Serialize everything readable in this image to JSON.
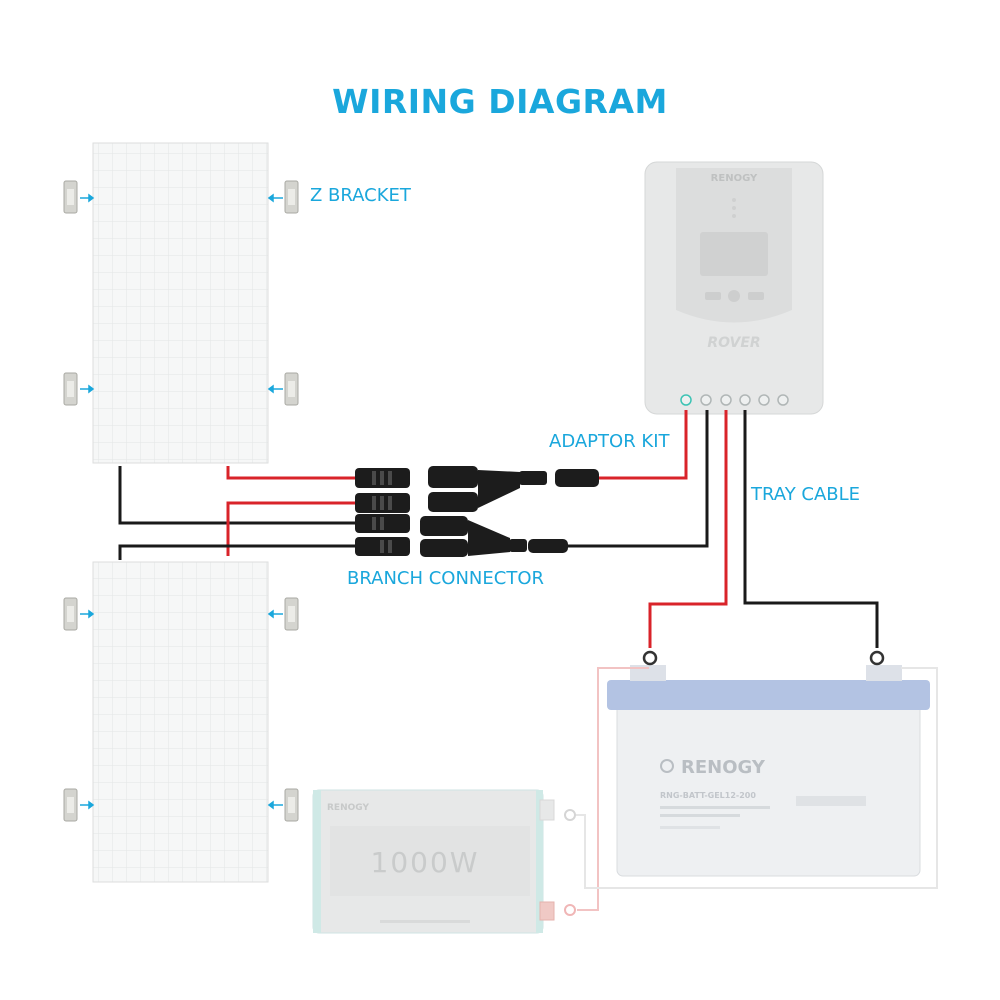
{
  "title": "WIRING DIAGRAM",
  "labels": {
    "z_bracket": "Z BRACKET",
    "adaptor_kit": "ADAPTOR KIT",
    "tray_cable": "TRAY CABLE",
    "branch_connector": "BRANCH CONNECTOR"
  },
  "controller": {
    "brand": "RENOGY",
    "model": "ROVER"
  },
  "battery": {
    "brand": "RENOGY",
    "model_line": "RNG-BATT-GEL12-200"
  },
  "inverter": {
    "brand": "RENOGY",
    "power": "1000W"
  },
  "colors": {
    "accent": "#1aa7dc",
    "positive_wire": "#d9232a",
    "negative_wire": "#1a1a1a",
    "device_gray": "#e9eaea",
    "battery_lid": "#b3c3e3"
  }
}
